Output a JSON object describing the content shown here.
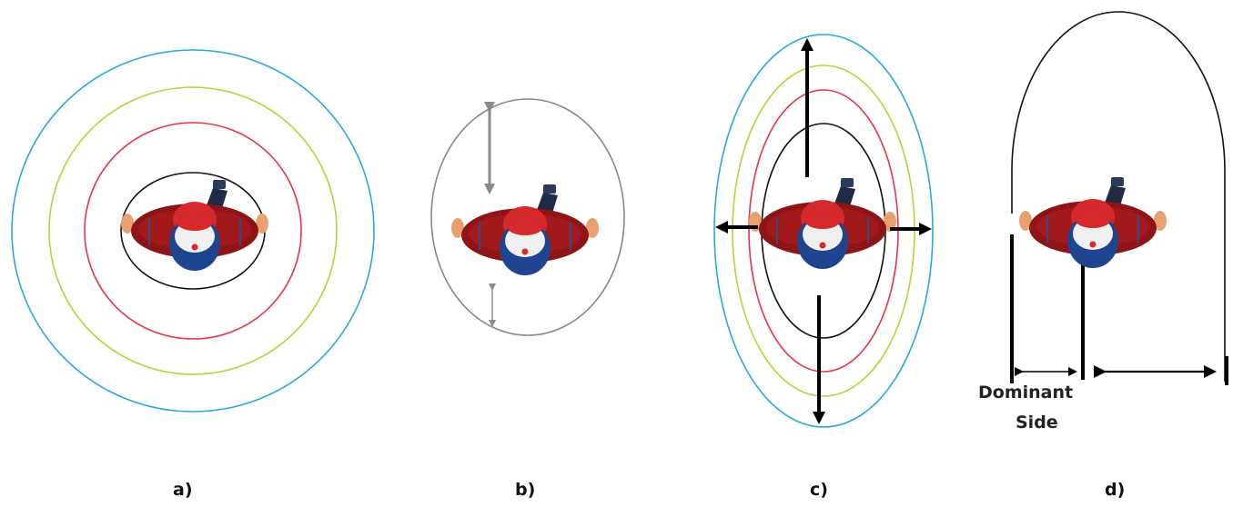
{
  "panels": {
    "a": {
      "label": "a)"
    },
    "b": {
      "label": "b)"
    },
    "c": {
      "label": "c)"
    },
    "d": {
      "label": "d)",
      "dominant_line1": "Dominant",
      "dominant_line2": "Side"
    }
  },
  "colors": {
    "ring_outer": "#27a8e0",
    "ring_mid": "#b5d334",
    "ring_inner": "#e8334a",
    "ring_core": "#111111",
    "ellipse_gray": "#888888",
    "arrow_gray": "#8a8a8a",
    "arrow_black": "#000000",
    "person_body": "#8e1416",
    "person_head_cap": "#d6292c",
    "person_face": "#1f4590",
    "person_skin": "#e8a06e",
    "person_dark": "#1f2a44"
  },
  "icons": {
    "person": "person-top-view-icon"
  }
}
